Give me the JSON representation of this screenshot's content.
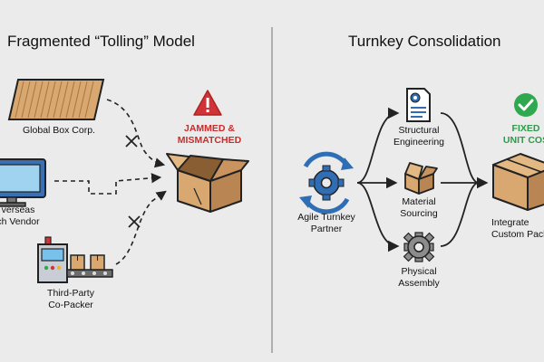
{
  "left_title": "Fragmented “Tolling” Model",
  "right_title": "Turnkey Consolidation",
  "left_sources": [
    {
      "label": "Global Box Corp."
    },
    {
      "label": "verseas\nch Vendor"
    },
    {
      "label": "Third-Party\nCo-Packer"
    }
  ],
  "jammed_label": "JAMMED &\nMISMATCHED",
  "partner_label": "Agile Turnkey\nPartner",
  "steps": [
    {
      "label": "Structural\nEngineering"
    },
    {
      "label": "Material\nSourcing"
    },
    {
      "label": "Physical\nAssembly"
    }
  ],
  "fixed_label": "FIXED\nUNIT COS",
  "result_label": "Integrate\nCustom Pack",
  "colors": {
    "cardboard": "#d9a870",
    "cardboard_dark": "#b98552",
    "alert_red": "#d13438",
    "success_green": "#2fa84f",
    "accent_blue": "#2f6db5"
  }
}
